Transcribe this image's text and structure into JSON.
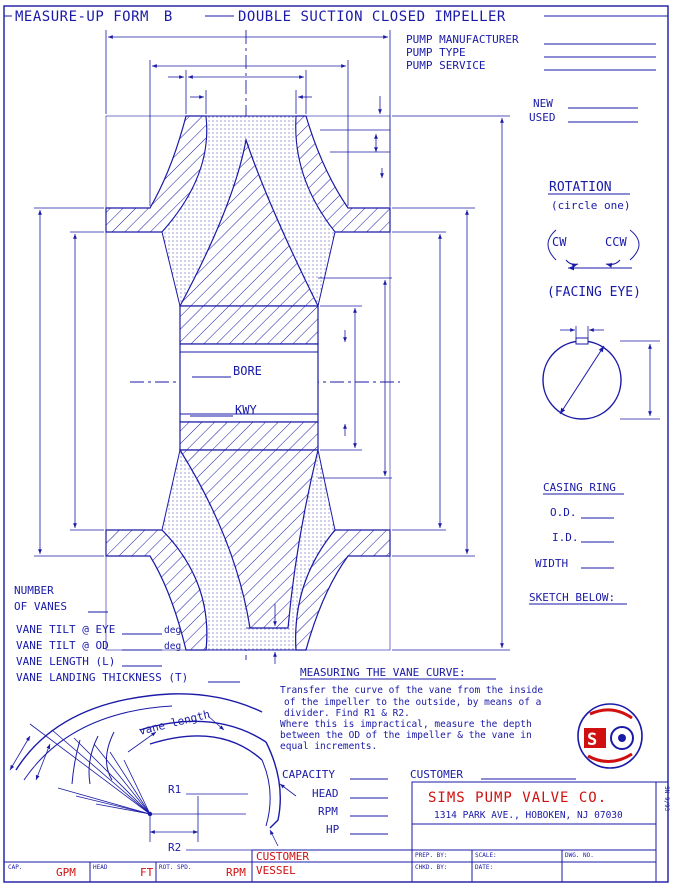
{
  "form": {
    "title_prefix": "MEASURE-UP FORM",
    "form_letter": "B",
    "title_suffix": "DOUBLE SUCTION CLOSED IMPELLER"
  },
  "pump_info": {
    "manufacturer": "PUMP MANUFACTURER",
    "type": "PUMP TYPE",
    "service": "PUMP SERVICE"
  },
  "condition": {
    "new": "NEW",
    "used": "USED"
  },
  "rotation": {
    "title": "ROTATION",
    "hint": "(circle one)",
    "cw": "CW",
    "ccw": "CCW",
    "facing": "(FACING EYE)"
  },
  "bore": {
    "bore_label": "BORE",
    "kwy_label": "KWY"
  },
  "casing_ring": {
    "title": "CASING RING",
    "od": "O.D.",
    "id": "I.D.",
    "width": "WIDTH",
    "sketch": "SKETCH BELOW:"
  },
  "vanes": {
    "number_line1": "NUMBER",
    "number_line2": "OF VANES",
    "tilt_eye": "VANE TILT @ EYE",
    "tilt_od": "VANE TILT @ OD",
    "deg": "deg",
    "length": "VANE LENGTH (L)",
    "landing": "VANE LANDING THICKNESS (T)"
  },
  "vane_curve": {
    "title": "MEASURING THE VANE CURVE:",
    "line1": "Transfer the curve of the vane from the inside",
    "line2": "of the impeller to the outside, by means of a",
    "line3": "divider. Find R1 & R2.",
    "line4": "Where this is impractical, measure the depth",
    "line5": "between the OD of the impeller & the vane in",
    "line6": "equal increments."
  },
  "sketch_labels": {
    "vane_length": "vane length",
    "r1": "R1",
    "r2": "R2"
  },
  "performance": {
    "capacity": "CAPACITY",
    "head": "HEAD",
    "rpm": "RPM",
    "hp": "HP",
    "customer": "CUSTOMER"
  },
  "company": {
    "name": "SIMS PUMP VALVE CO.",
    "address": "1314 PARK AVE., HOBOKEN, NJ 07030",
    "logo_letter": "S"
  },
  "footer": {
    "cap": "CAP.",
    "gpm": "GPM",
    "head": "HEAD",
    "ft": "FT",
    "rot_spd": "ROT. SPD.",
    "rpm": "RPM",
    "customer": "CUSTOMER",
    "vessel": "VESSEL",
    "prep_by": "PREP. BY:",
    "chkd_by": "CHKD. BY:",
    "scale": "SCALE:",
    "date": "DATE:",
    "dwg_no": "DWG. NO.",
    "side_ref": "SN 9/93"
  }
}
